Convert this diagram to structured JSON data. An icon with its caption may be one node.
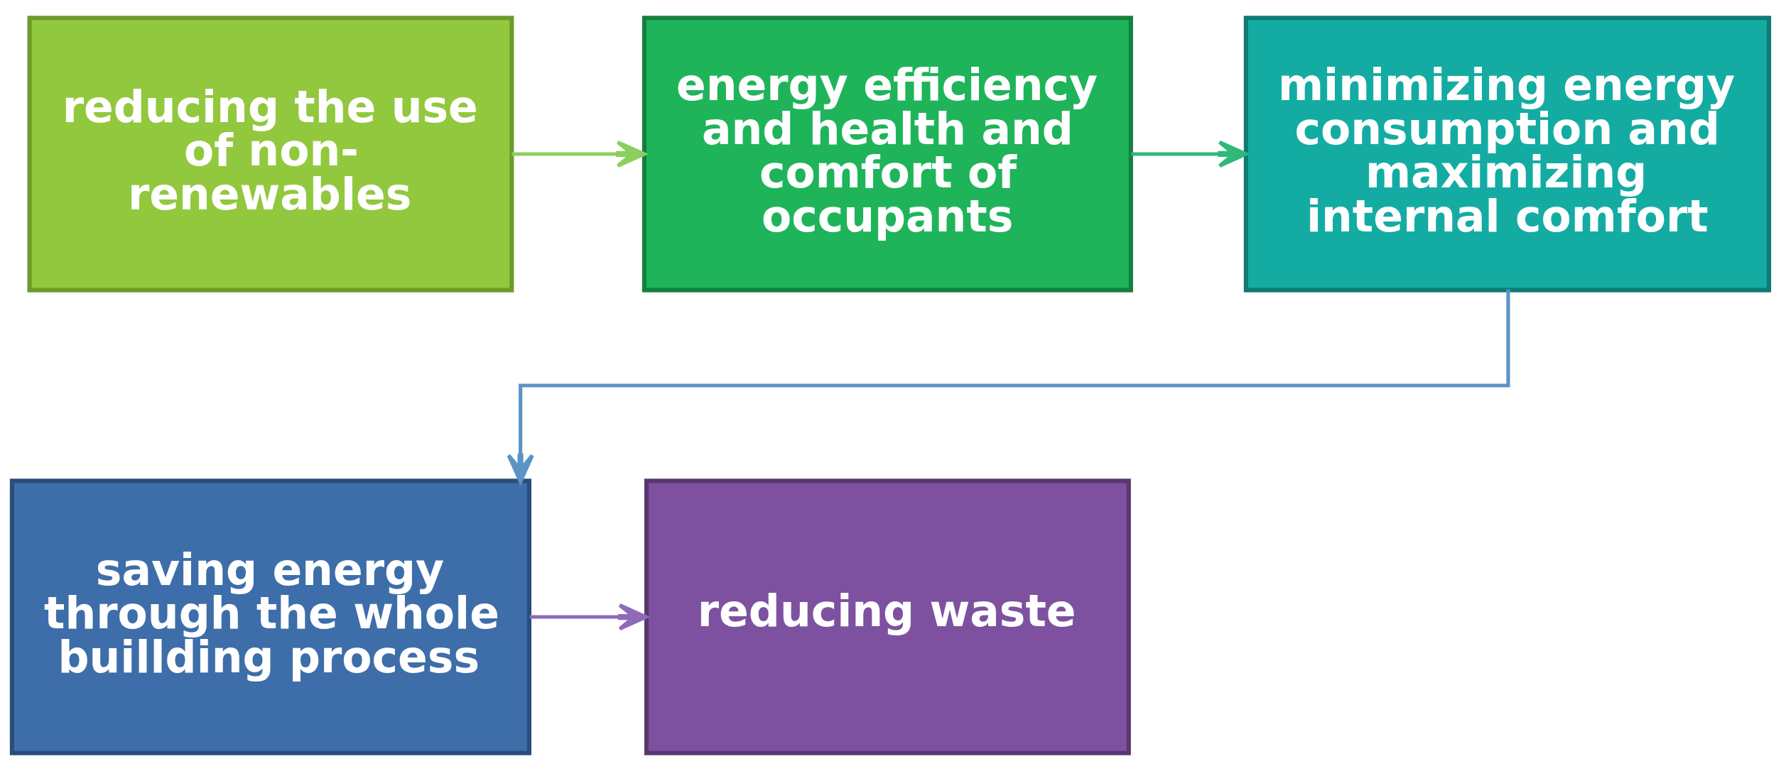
{
  "diagram": {
    "nodes": [
      {
        "text": [
          "reducing the use of non-renewables"
        ]
      },
      {
        "text": [
          "energy efficiency and health and comfort of occupants"
        ]
      },
      {
        "text": [
          "minimizing energy consumption and maximizing internal comfort"
        ]
      },
      {
        "text": [
          "saving energy through the whole buillding process"
        ]
      },
      {
        "text": [
          "reducing waste"
        ]
      }
    ],
    "edges": [
      {
        "from": 0,
        "to": 1,
        "arrow": "to",
        "color": "#8ccf5e"
      },
      {
        "from": 1,
        "to": 2,
        "arrow": "to",
        "color": "#2fb87a"
      },
      {
        "from": 2,
        "to": 3,
        "arrow": "to",
        "color": "#5b93c5"
      },
      {
        "from": 3,
        "to": 4,
        "arrow": "to",
        "color": "#8e6ab8"
      }
    ]
  }
}
